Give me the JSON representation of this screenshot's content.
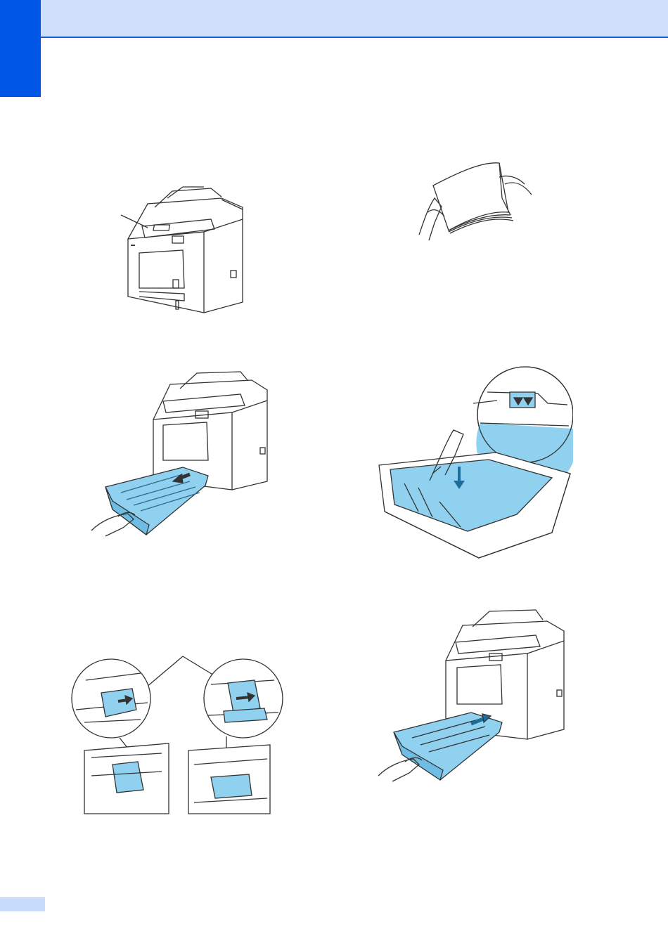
{
  "page": {
    "colors": {
      "header_band": "#cfe0fb",
      "chapter_tab": "#0057e7",
      "footer_tab": "#c7dcfb",
      "illustration_accent": "#8fd1ee",
      "line_art": "#333333"
    }
  },
  "figures": [
    {
      "id": "fig-printer-control-panel",
      "icon": "printer-with-callout-icon"
    },
    {
      "id": "fig-fan-paper-stack",
      "icon": "fanning-paper-icon"
    },
    {
      "id": "fig-pull-out-tray",
      "icon": "tray-removal-icon"
    },
    {
      "id": "fig-load-paper-in-tray",
      "icon": "paper-loading-icon"
    },
    {
      "id": "fig-adjust-paper-guides",
      "icon": "paper-guide-icon"
    },
    {
      "id": "fig-reinsert-tray",
      "icon": "tray-insertion-icon"
    }
  ]
}
